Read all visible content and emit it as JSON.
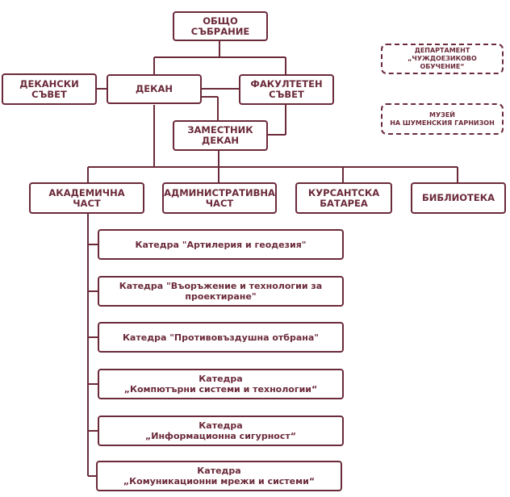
{
  "nodes": {
    "general_assembly": "ОБЩО\nСЪБРАНИЕ",
    "deans_council": "ДЕКАНСКИ\nСЪВЕТ",
    "dean": "ДЕКАН",
    "faculty_council": "ФАКУЛТЕТЕН\nСЪВЕТ",
    "deputy_dean": "ЗАМЕСТНИК\nДЕКАН",
    "academic_part": "АКАДЕМИЧНА\nЧАСТ",
    "administrative_part": "АДМИНИСТРАТИВНА\nЧАСТ",
    "cadet_battery": "КУРСАНТСКА\nБАТАРЕА",
    "library": "БИБЛИОТЕКА",
    "foreign_language_department": "ДЕПАРТАМЕНТ\n„ЧУЖДОЕЗИКОВО ОБУЧЕНИЕ“",
    "shumen_garrison_museum": "МУЗЕЙ\nНА ШУМЕНСКИЯ ГАРНИЗОН"
  },
  "departments": [
    "Катедра \"Артилерия и геодезия\"",
    "Катедра \"Въоръжение и технологии за проектиране\"",
    "Катедра \"Противовъздушна отбрана\"",
    "Катедра\n„Компютърни системи и технологии“",
    "Катедра\n„Информационна сигурност“",
    "Катедра\n„Комуникационни мрежи и системи“"
  ],
  "colors": {
    "accent": "#6b2a3a",
    "background": "#ffffff"
  }
}
